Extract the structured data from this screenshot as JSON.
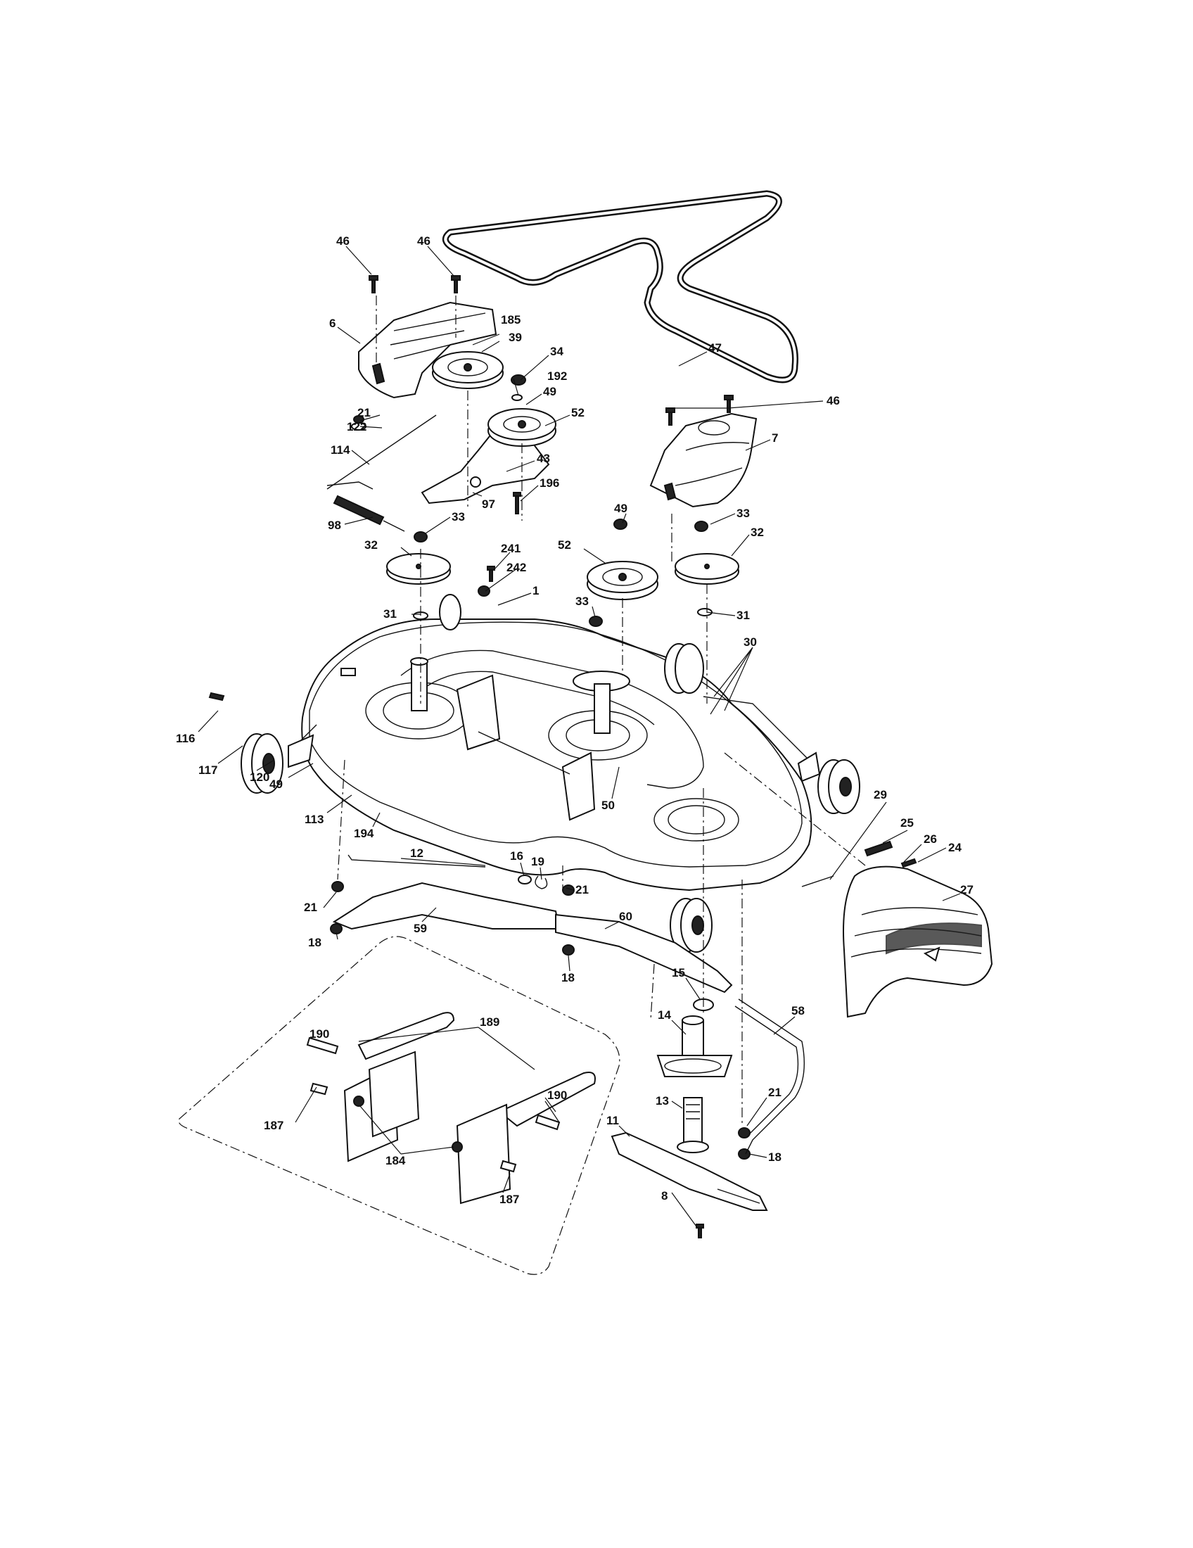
{
  "labels": {
    "l_46a": "46",
    "l_46b": "46",
    "l_185": "185",
    "l_6": "6",
    "l_39": "39",
    "l_34": "34",
    "l_192": "192",
    "l_49a": "49",
    "l_52a": "52",
    "l_47": "47",
    "l_46c": "46",
    "l_7": "7",
    "l_21a": "21",
    "l_122": "122",
    "l_114": "114",
    "l_43": "43",
    "l_196": "196",
    "l_97": "97",
    "l_98": "98",
    "l_33a": "33",
    "l_49b": "49",
    "l_33b": "33",
    "l_32a": "32",
    "l_32b": "32",
    "l_241": "241",
    "l_52b": "52",
    "l_242": "242",
    "l_1": "1",
    "l_31a": "31",
    "l_33c": "33",
    "l_31b": "31",
    "l_30": "30",
    "l_116": "116",
    "l_117": "117",
    "l_120": "120",
    "l_49c": "49",
    "l_113": "113",
    "l_50": "50",
    "l_194": "194",
    "l_29": "29",
    "l_25": "25",
    "l_26": "26",
    "l_24": "24",
    "l_12": "12",
    "l_16": "16",
    "l_19": "19",
    "l_21b": "21",
    "l_21c": "21",
    "l_27": "27",
    "l_59": "59",
    "l_60": "60",
    "l_18a": "18",
    "l_18b": "18",
    "l_15": "15",
    "l_58": "58",
    "l_189": "189",
    "l_190a": "190",
    "l_14": "14",
    "l_190b": "190",
    "l_187a": "187",
    "l_13": "13",
    "l_21d": "21",
    "l_11": "11",
    "l_184": "184",
    "l_18c": "18",
    "l_187b": "187",
    "l_8": "8"
  },
  "icons": {
    "belt": "drive-belt-icon",
    "pulley": "pulley-icon",
    "wheel": "gauge-wheel-icon",
    "spindle": "spindle-icon",
    "blade": "blade-icon",
    "chute": "discharge-chute-icon"
  }
}
